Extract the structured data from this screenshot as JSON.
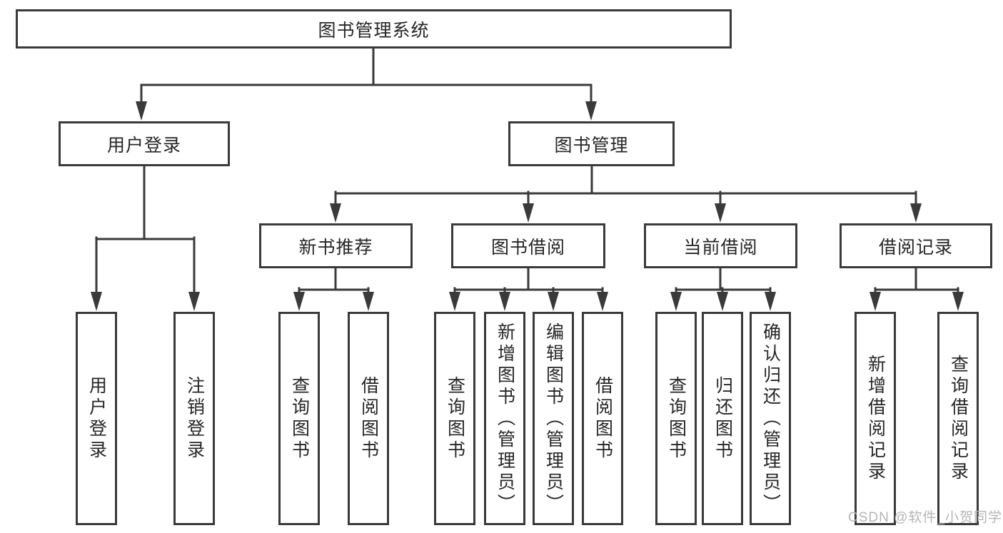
{
  "colors": {
    "line": "#3a3a3a",
    "border": "#3a3a3a",
    "fill": "#ffffff",
    "text": "#262626",
    "watermark": "#b5b5b5"
  },
  "nodes": {
    "root": "图书管理系统",
    "user_login": "用户登录",
    "book_management": "图书管理",
    "new_book_recommend": "新书推荐",
    "book_borrow": "图书借阅",
    "current_borrow": "当前借阅",
    "borrow_records": "借阅记录",
    "leaf_user_login": "用户登录",
    "leaf_logout": "注销登录",
    "leaf_nb_query_book": "查询图书",
    "leaf_nb_borrow_book": "借阅图书",
    "leaf_bb_query_book": "查询图书",
    "leaf_bb_add_book_admin": "新增图书（管理员）",
    "leaf_bb_edit_book_admin": "编辑图书（管理员）",
    "leaf_bb_borrow_book": "借阅图书",
    "leaf_cb_query_book": "查询图书",
    "leaf_cb_return_book": "归还图书",
    "leaf_cb_confirm_return_admin": "确认归还（管理员）",
    "leaf_br_add_record": "新增借阅记录",
    "leaf_br_query_record": "查询借阅记录"
  },
  "watermark": "CSDN @软件_小贺同学"
}
